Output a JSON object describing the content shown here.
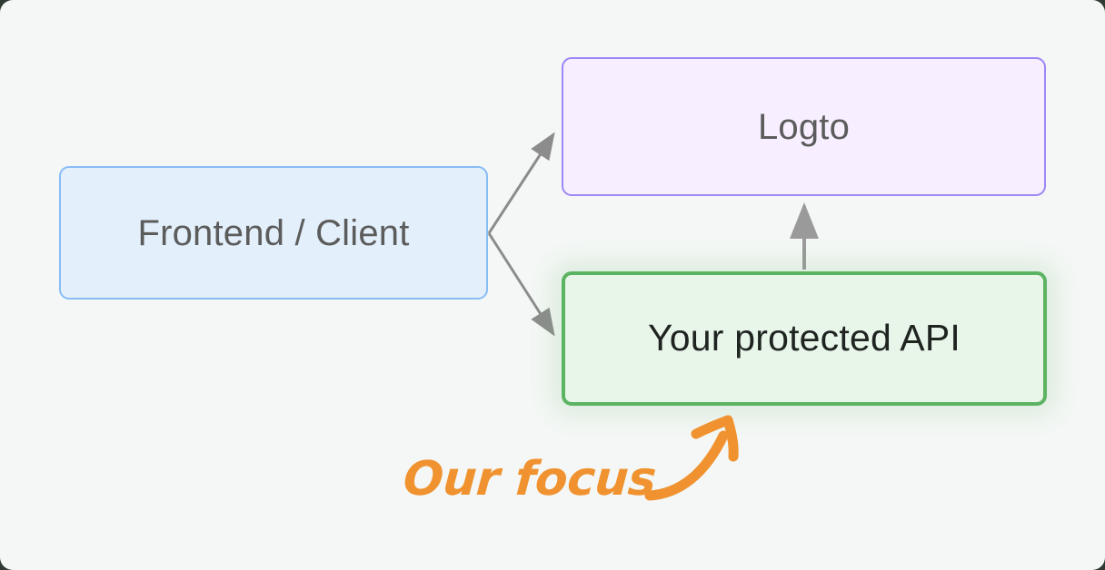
{
  "page": {
    "background_color": "#f4f7f5"
  },
  "diagram": {
    "type": "flow-diagram",
    "nodes": [
      {
        "id": "frontend",
        "label": "Frontend / Client",
        "fill_color": "#e3f0fb",
        "border_color": "#87bdf5",
        "text_color": "#5c5c5c",
        "emphasis": "normal"
      },
      {
        "id": "logto",
        "label": "Logto",
        "fill_color": "#f7efff",
        "border_color": "#9d86f7",
        "text_color": "#5c5c5c",
        "emphasis": "normal"
      },
      {
        "id": "api",
        "label": "Your protected API",
        "fill_color": "#e8f6ea",
        "border_color": "#5cb462",
        "text_color": "#1f2421",
        "emphasis": "highlighted"
      }
    ],
    "edges": [
      {
        "from": "frontend",
        "to": "logto",
        "label": "",
        "color": "#8c8c8c"
      },
      {
        "from": "frontend",
        "to": "api",
        "label": "",
        "color": "#8c8c8c"
      },
      {
        "from": "api",
        "to": "logto",
        "label": "",
        "color": "#9a9a9a"
      }
    ]
  },
  "annotation": {
    "text": "Our focus",
    "color": "#f0922f",
    "arrow_icon": "curved-arrow-up-right-icon",
    "points_to": "api"
  }
}
